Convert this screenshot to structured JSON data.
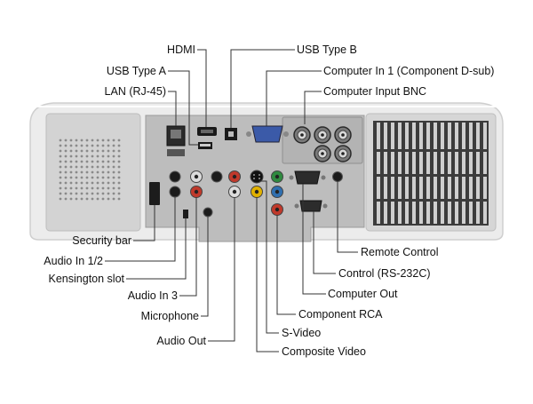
{
  "labels": {
    "hdmi": "HDMI",
    "usb_type_b": "USB Type B",
    "usb_type_a": "USB Type A",
    "computer_in_1": "Computer In 1 (Component D-sub)",
    "lan": "LAN (RJ-45)",
    "computer_input_bnc": "Computer Input BNC",
    "security_bar": "Security bar",
    "audio_in_12": "Audio In 1/2",
    "kensington_slot": "Kensington slot",
    "audio_in_3": "Audio In 3",
    "microphone": "Microphone",
    "audio_out": "Audio Out",
    "remote_control": "Remote Control",
    "control_rs232c": "Control (RS-232C)",
    "computer_out": "Computer Out",
    "component_rca": "Component RCA",
    "s_video": "S-Video",
    "composite_video": "Composite Video"
  },
  "colors": {
    "background": "#ffffff",
    "chassis": "#e3e3e3",
    "panel": "#b9b9b9",
    "vent": "#4a4a4a",
    "leader_line": "#333333",
    "rca_red": "#c0392b",
    "rca_white": "#eeeeee",
    "rca_yellow": "#e1b100",
    "rca_green": "#2f8a3f",
    "rca_blue": "#2f6fb0",
    "dsub_blue": "#3b5aa8"
  }
}
